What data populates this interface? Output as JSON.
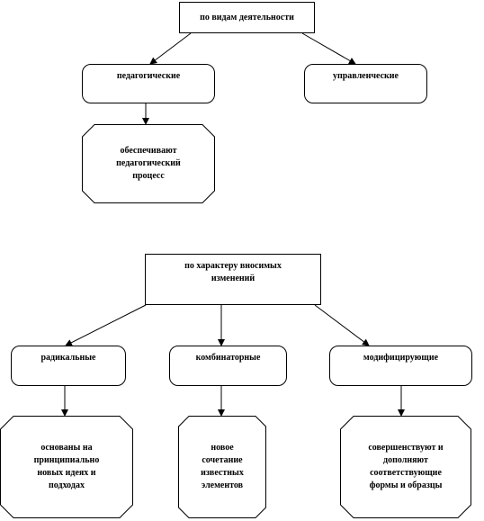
{
  "diagram1": {
    "root": "по видам деятельности",
    "children": [
      {
        "label": "педагогические"
      },
      {
        "label": "управленческие"
      }
    ],
    "leaf": "обеспечивают\nпедагогический\nпроцесс"
  },
  "diagram2": {
    "root": "по характеру вносимых\nизменений",
    "children": [
      {
        "label": "радикальные",
        "leaf": "основаны на\nпринципиально\nновых идеях  и\nподходах"
      },
      {
        "label": "комбинаторные",
        "leaf": "новое\nсочетание\nизвестных\nэлементов"
      },
      {
        "label": "модифицирующие",
        "leaf": "совершенствуют  и\nдополняют\nсоответствующие\nформы и образцы"
      }
    ]
  }
}
